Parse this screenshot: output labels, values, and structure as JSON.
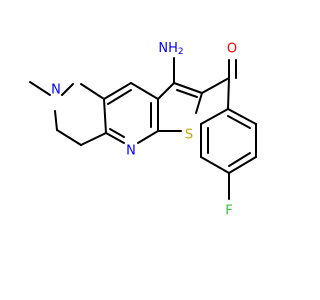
{
  "diagram": {
    "type": "chemical-structure",
    "labels": {
      "amine": "NH",
      "amine_subscript": "2",
      "oxygen": "O",
      "sulfur": "S",
      "pyridine_nitrogen": "N",
      "ring_nitrogen": "N",
      "fluorine": "F"
    },
    "colors": {
      "bond": "#000000",
      "nitrogen": "#0000ff",
      "oxygen": "#ff0000",
      "sulfur": "#c8a800",
      "fluorine": "#33cc33"
    }
  }
}
